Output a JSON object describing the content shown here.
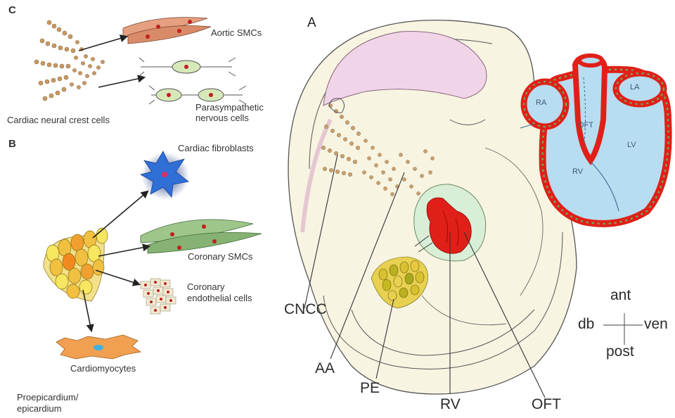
{
  "panel_c": {
    "letter": "C",
    "label_aortic_smcs": "Aortic SMCs",
    "label_parasympathetic": [
      "Parasympathetic",
      "nervous cells"
    ],
    "label_neural_crest": "Cardiac neural crest cells"
  },
  "panel_b": {
    "letter": "B",
    "label_fibroblasts": "Cardiac fibroblasts",
    "label_coronary_smcs": "Coronary SMCs",
    "label_endothelial": [
      "Coronary",
      "endothelial cells"
    ],
    "label_cardiomyocytes": "Cardiomyocytes",
    "label_proepicardium": [
      "Proepicardium/",
      "epicardium"
    ]
  },
  "panel_a": {
    "letter": "A",
    "label_cncc": "CNCC",
    "label_aa": "AA",
    "label_pe": "PE",
    "label_rv": "RV",
    "label_oft": "OFT",
    "axes": {
      "ant": "ant",
      "post": "post",
      "db": "db",
      "ven": "ven"
    },
    "heart": {
      "ra": "RA",
      "la": "LA",
      "oft": "OFT",
      "lv": "LV",
      "rv": "RV"
    }
  },
  "colors": {
    "myocardium_red": "#e02018",
    "chamber_blue": "#b8dcf0",
    "embryo_cream": "#f7f4e2",
    "head_pink": "#f2d4e8",
    "smc_green": "#8ab878",
    "nerve_green": "#d7e8b8",
    "fibroblast_blue": "#2f6fd6",
    "crest_tan": "#c59a64",
    "proepicardium_yellow": "#f0c840"
  }
}
